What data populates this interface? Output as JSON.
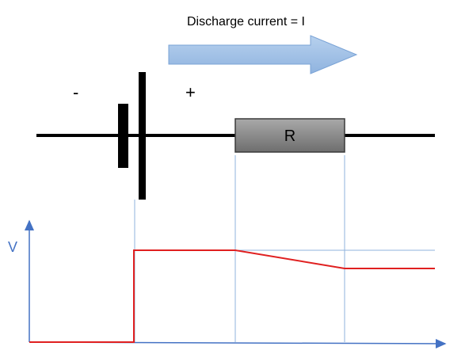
{
  "caption": "Discharge current = I",
  "battery": {
    "negative_label": "-",
    "positive_label": "+"
  },
  "resistor": {
    "label": "R"
  },
  "graph": {
    "y_axis_label": "V"
  },
  "colors": {
    "wire": "#000000",
    "arrow_fill": "#9dbfe6",
    "arrow_stroke": "#6f9fd2",
    "resistor_fill": "#8a8a8a",
    "axis": "#4472c4",
    "guide": "#8fb3dc",
    "voltage_trace": "#e02020"
  }
}
